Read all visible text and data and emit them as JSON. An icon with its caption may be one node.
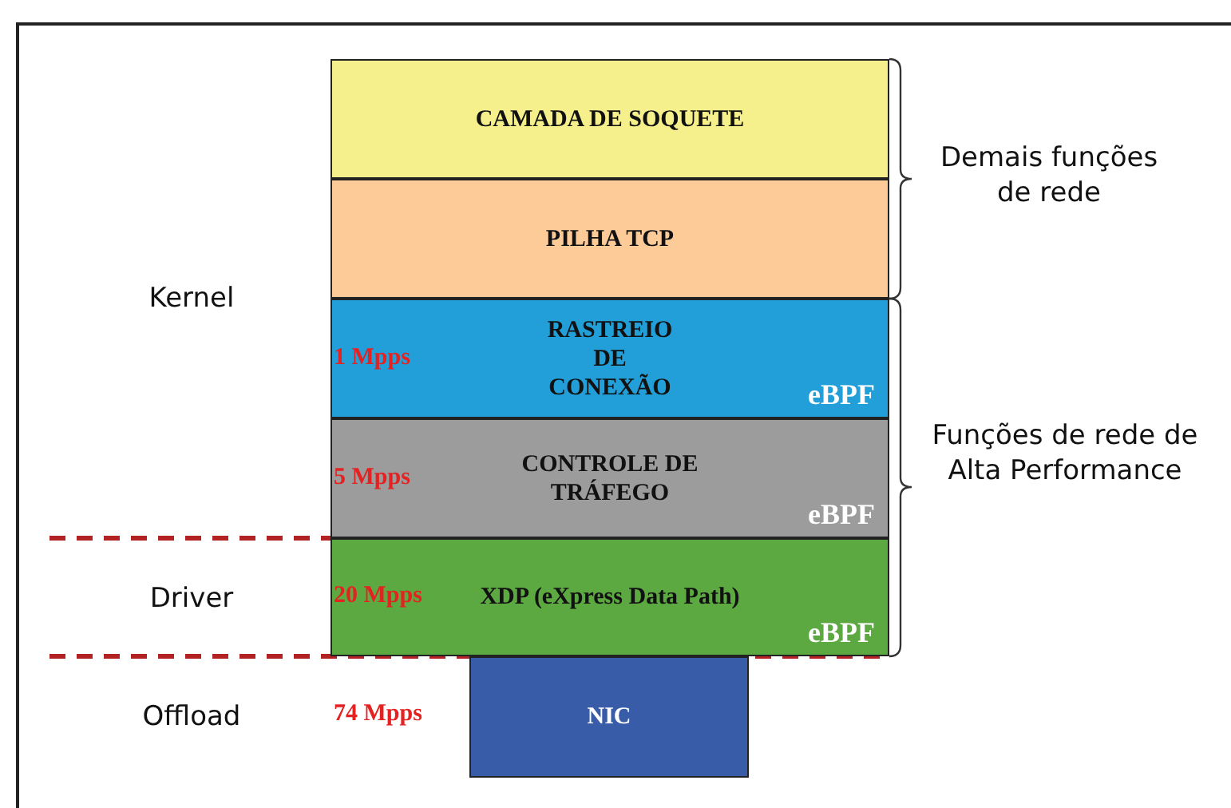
{
  "diagram": {
    "nodes": [
      {
        "text": [
          "CAMADA DE SOQUETE"
        ]
      },
      {
        "text": [
          "PILHA TCP"
        ]
      },
      {
        "text": [
          "1 Mpps",
          "RASTREIO DE CONEXÃO",
          "eBPF"
        ]
      },
      {
        "text": [
          "5 Mpps",
          "CONTROLE DE TRÁFEGO",
          "eBPF"
        ]
      },
      {
        "text": [
          "20 Mpps",
          "XDP (eXpress Data Path)",
          "eBPF"
        ]
      },
      {
        "text": [
          "NIC"
        ],
        "beside": [
          "74 Mpps"
        ]
      }
    ],
    "edges": [],
    "labels": [
      "Demais funções de rede",
      "Kernel",
      "Funções de rede de Alta Performance",
      "Driver",
      "Offload"
    ]
  }
}
